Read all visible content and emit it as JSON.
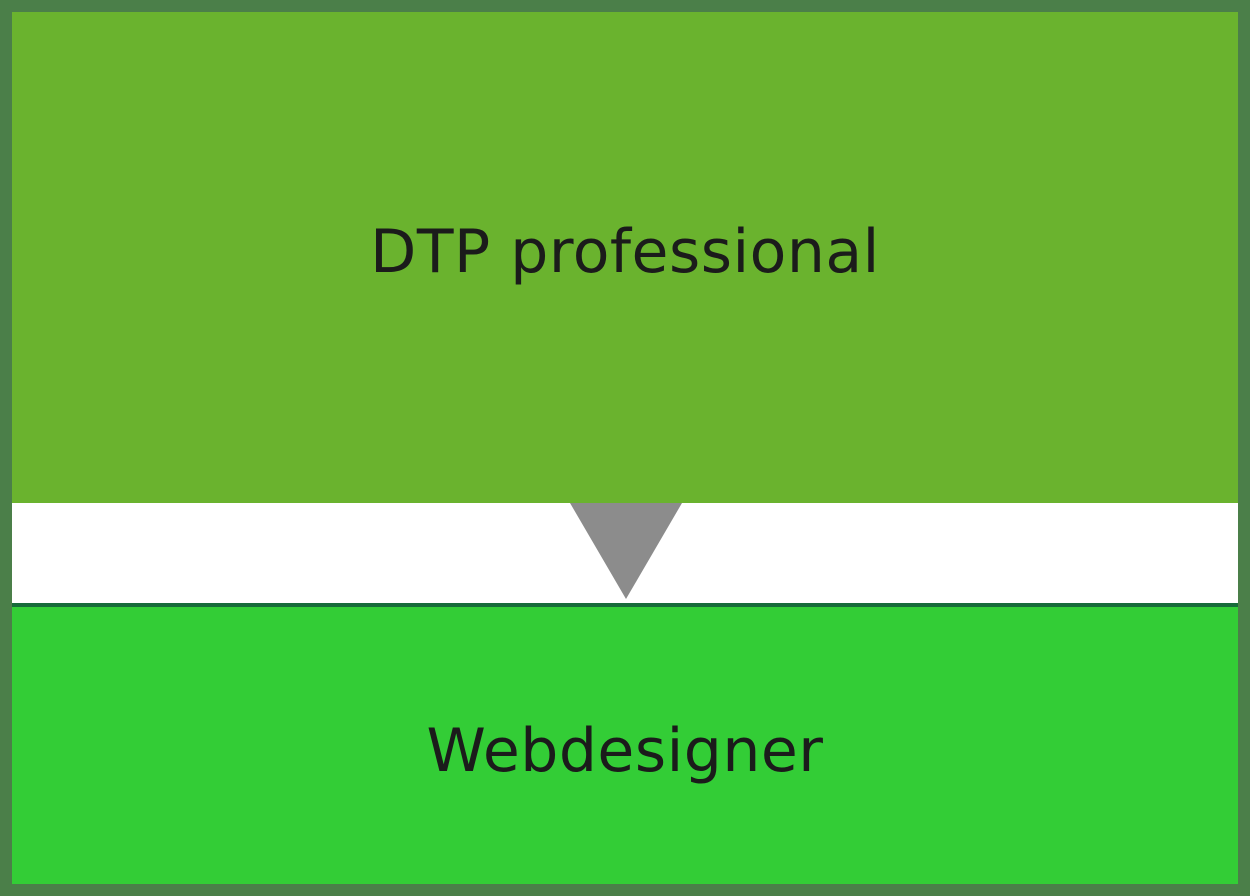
{
  "diagram": {
    "top_box": {
      "label": "DTP professional",
      "color": "#6ab32e"
    },
    "bottom_box": {
      "label": "Webdesigner",
      "color": "#33cd36"
    },
    "connector": {
      "shape": "down-triangle-arrow",
      "color": "#8c8c8c"
    },
    "border_color": "#4b7f49",
    "divider_color": "#176b3a"
  }
}
